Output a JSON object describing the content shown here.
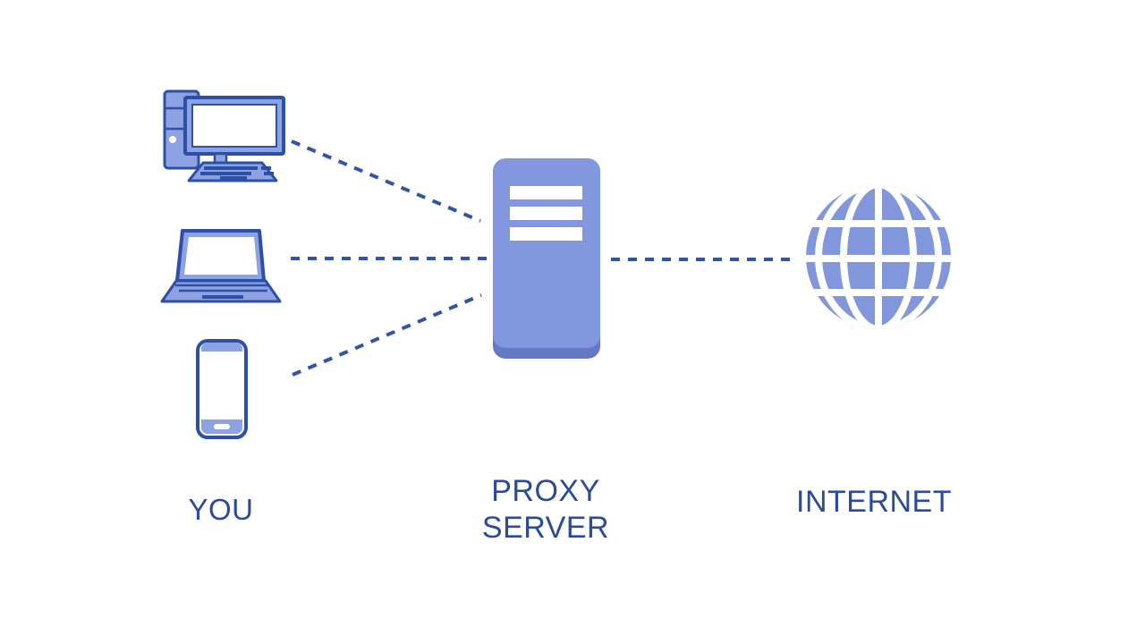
{
  "diagram": {
    "client_group": {
      "label": "YOU",
      "devices": [
        "desktop-computer",
        "laptop",
        "smartphone"
      ]
    },
    "proxy": {
      "label_line1": "PROXY",
      "label_line2": "SERVER"
    },
    "internet": {
      "label": "INTERNET"
    },
    "icons": [
      "desktop-computer-icon",
      "laptop-icon",
      "smartphone-icon",
      "proxy-server-icon",
      "internet-globe-icon"
    ],
    "connections": [
      {
        "from": "desktop-computer",
        "to": "proxy-server",
        "style": "dashed"
      },
      {
        "from": "laptop",
        "to": "proxy-server",
        "style": "dashed"
      },
      {
        "from": "smartphone",
        "to": "proxy-server",
        "style": "dashed"
      },
      {
        "from": "proxy-server",
        "to": "internet",
        "style": "dashed"
      }
    ]
  },
  "colors": {
    "background": "#FFFFFF",
    "device_fill": "#8DA2E2",
    "device_outline": "#2D4FA6",
    "screen_white": "#FFFFFF",
    "server_fill": "#8297DF",
    "server_base": "#6478C3",
    "globe_fill": "#8297DB",
    "globe_line": "#FFFFFF",
    "dash_line": "#3153AD",
    "label_text": "#2B4A9E"
  }
}
